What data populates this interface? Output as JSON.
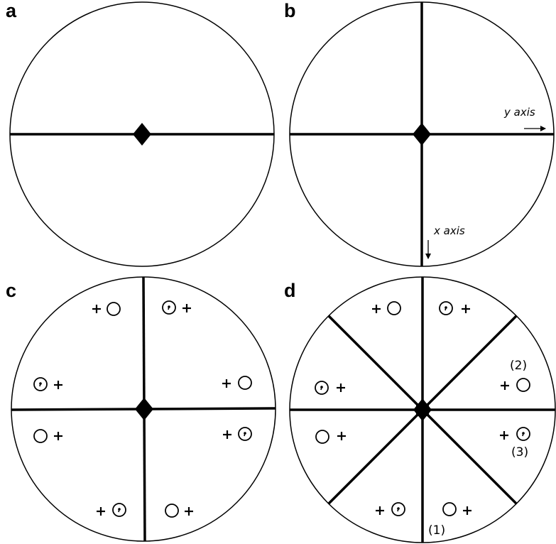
{
  "panels": [
    {
      "id": "a",
      "label": "a"
    },
    {
      "id": "b",
      "label": "b",
      "y_axis_label": "y axis",
      "x_axis_label": "x axis"
    },
    {
      "id": "c",
      "label": "c"
    },
    {
      "id": "d",
      "label": "d",
      "numbers": [
        "(1)",
        "(2)",
        "(3)"
      ]
    }
  ],
  "symbols": {
    "plus": "+",
    "open_circle": "circle-open",
    "comma_circle": "circle-with-comma"
  },
  "colors": {
    "ink": "#000000",
    "paper": "#ffffff"
  }
}
